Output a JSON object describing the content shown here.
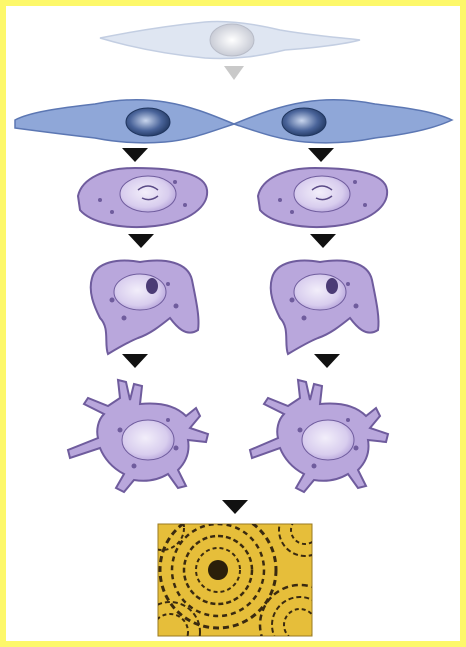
{
  "figure": {
    "frame_color": "#fdf86a",
    "stages": [
      {
        "id": "precursor-faded",
        "count": 1
      },
      {
        "id": "precursor-pair",
        "count": 2
      },
      {
        "id": "round-cell",
        "count": 2
      },
      {
        "id": "lobed-cell",
        "count": 2
      },
      {
        "id": "dendritic-cell",
        "count": 2
      },
      {
        "id": "bone-tissue",
        "count": 1
      }
    ],
    "arrow_icon": "down-triangle-icon",
    "colors": {
      "faded_cell": "#dfe6f2",
      "spindle_cell": "#8fa7d8",
      "spindle_nucleus": "#2f4b7c",
      "purple_cell": "#b9a7dc",
      "purple_outline": "#7a67a8",
      "arrow": "#111111",
      "faded_arrow": "#c9c9c9",
      "bone_gold": "#e6be3a",
      "bone_dark": "#3a2a10"
    }
  }
}
